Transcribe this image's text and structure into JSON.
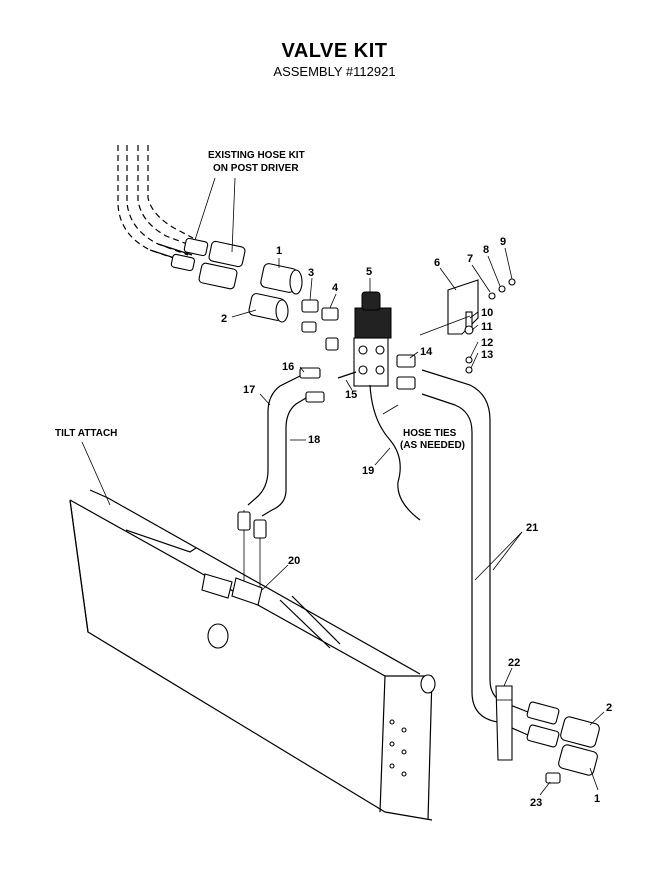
{
  "title": "VALVE KIT",
  "subtitle": "ASSEMBLY #112921",
  "notes": {
    "existing_hose_kit": [
      "EXISTING HOSE KIT",
      "ON POST DRIVER"
    ],
    "tilt_attach": "TILT ATTACH",
    "hose_ties": [
      "HOSE TIES",
      "(AS NEEDED)"
    ]
  },
  "callouts": [
    "1",
    "2",
    "3",
    "4",
    "5",
    "6",
    "7",
    "8",
    "9",
    "10",
    "11",
    "12",
    "13",
    "14",
    "15",
    "16",
    "17",
    "18",
    "19",
    "20",
    "21",
    "22",
    "2",
    "1",
    "23"
  ]
}
